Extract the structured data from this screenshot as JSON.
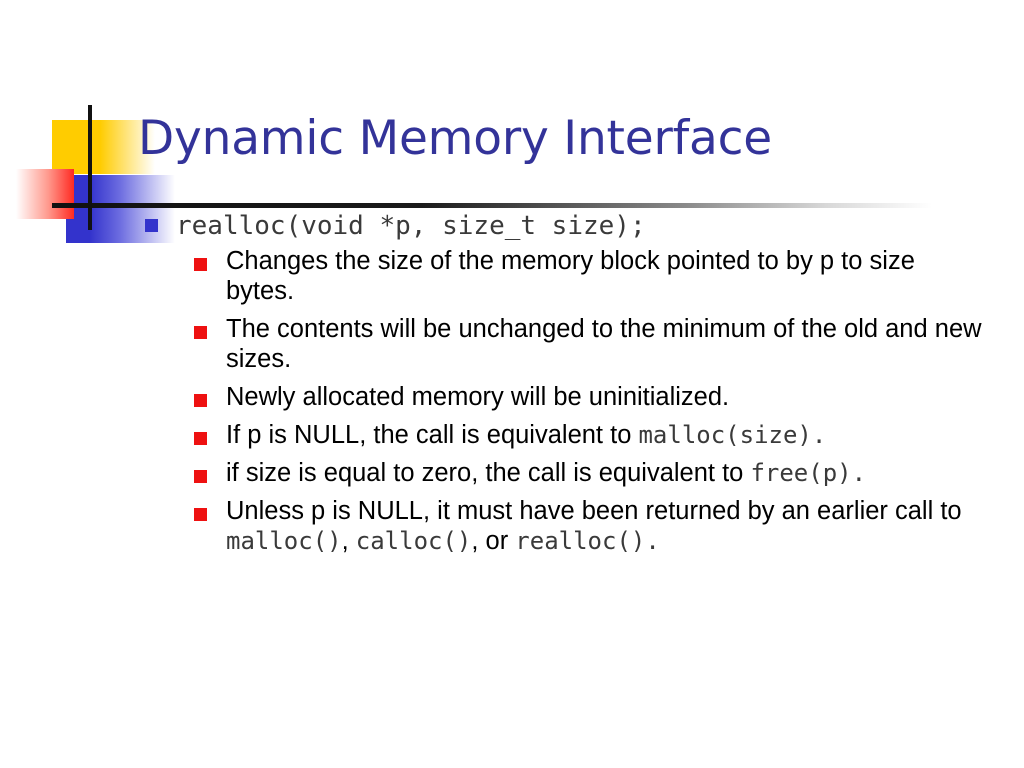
{
  "slide": {
    "title": "Dynamic Memory Interface",
    "background_color": "#FFFFFF",
    "title_color": "#333399",
    "level1_bullet_color": "#3333CC",
    "level2_bullet_color": "#EE1111",
    "decoration": {
      "yellow": "#FFCC00",
      "red": "#FF2A22",
      "blue": "#3333CC",
      "rule": "#111111"
    }
  },
  "content": {
    "level1": {
      "text": "realloc(void *p, size_t size);"
    },
    "bullets": [
      {
        "id": "changes-size",
        "parts": [
          {
            "kind": "text",
            "value": "Changes the size of the memory block pointed to by p to size bytes."
          }
        ]
      },
      {
        "id": "contents-unchanged",
        "parts": [
          {
            "kind": "text",
            "value": "The contents will be unchanged to the minimum of the old and new sizes."
          }
        ]
      },
      {
        "id": "newly-allocated",
        "parts": [
          {
            "kind": "text",
            "value": "Newly allocated memory will be uninitialized."
          }
        ]
      },
      {
        "id": "null-equivalent-malloc",
        "parts": [
          {
            "kind": "text",
            "value": "If p is NULL, the call is equivalent to "
          },
          {
            "kind": "code",
            "value": "malloc(size)."
          }
        ]
      },
      {
        "id": "zero-equivalent-free",
        "parts": [
          {
            "kind": "text",
            "value": "if size is equal to zero, the call is equivalent to "
          },
          {
            "kind": "code",
            "value": "free(p)."
          }
        ]
      },
      {
        "id": "must-be-returned",
        "parts": [
          {
            "kind": "text",
            "value": "Unless p is NULL, it must have been returned by an earlier call to "
          },
          {
            "kind": "code",
            "value": "malloc()"
          },
          {
            "kind": "text",
            "value": ", "
          },
          {
            "kind": "code",
            "value": "calloc()"
          },
          {
            "kind": "text",
            "value": ", or "
          },
          {
            "kind": "code",
            "value": "realloc()."
          }
        ]
      }
    ]
  }
}
